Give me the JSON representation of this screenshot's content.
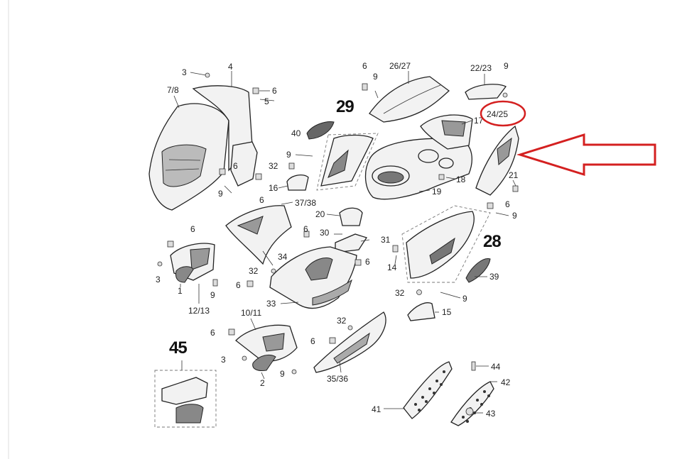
{
  "labels": {
    "p1": "1",
    "p2": "2",
    "p3a": "3",
    "p3b": "3",
    "p3c": "3",
    "p4": "4",
    "p5": "5",
    "p6a": "6",
    "p6b": "6",
    "p6c": "6",
    "p6d": "6",
    "p6e": "6",
    "p6f": "6",
    "p6g": "6",
    "p6h": "6",
    "p6i": "6",
    "p6j": "6",
    "p78": "7/8",
    "p9a": "9",
    "p9b": "9",
    "p9c": "9",
    "p9d": "9",
    "p9e": "9",
    "p9f": "9",
    "p9g": "9",
    "p9h": "9",
    "p1011": "10/11",
    "p1213": "12/13",
    "p14": "14",
    "p15": "15",
    "p16": "16",
    "p17": "17",
    "p18": "18",
    "p19": "19",
    "p20": "20",
    "p21": "21",
    "p2223": "22/23",
    "p2425": "24/25",
    "p2627": "26/27",
    "p28": "28",
    "p29": "29",
    "p30": "30",
    "p31": "31",
    "p32a": "32",
    "p32b": "32",
    "p32c": "32",
    "p32d": "32",
    "p33": "33",
    "p34": "34",
    "p3536": "35/36",
    "p3738": "37/38",
    "p39": "39",
    "p40": "40",
    "p41": "41",
    "p42": "42",
    "p43": "43",
    "p44": "44",
    "p45": "45"
  },
  "colors": {
    "highlight": "#d42020",
    "line": "#222222"
  }
}
